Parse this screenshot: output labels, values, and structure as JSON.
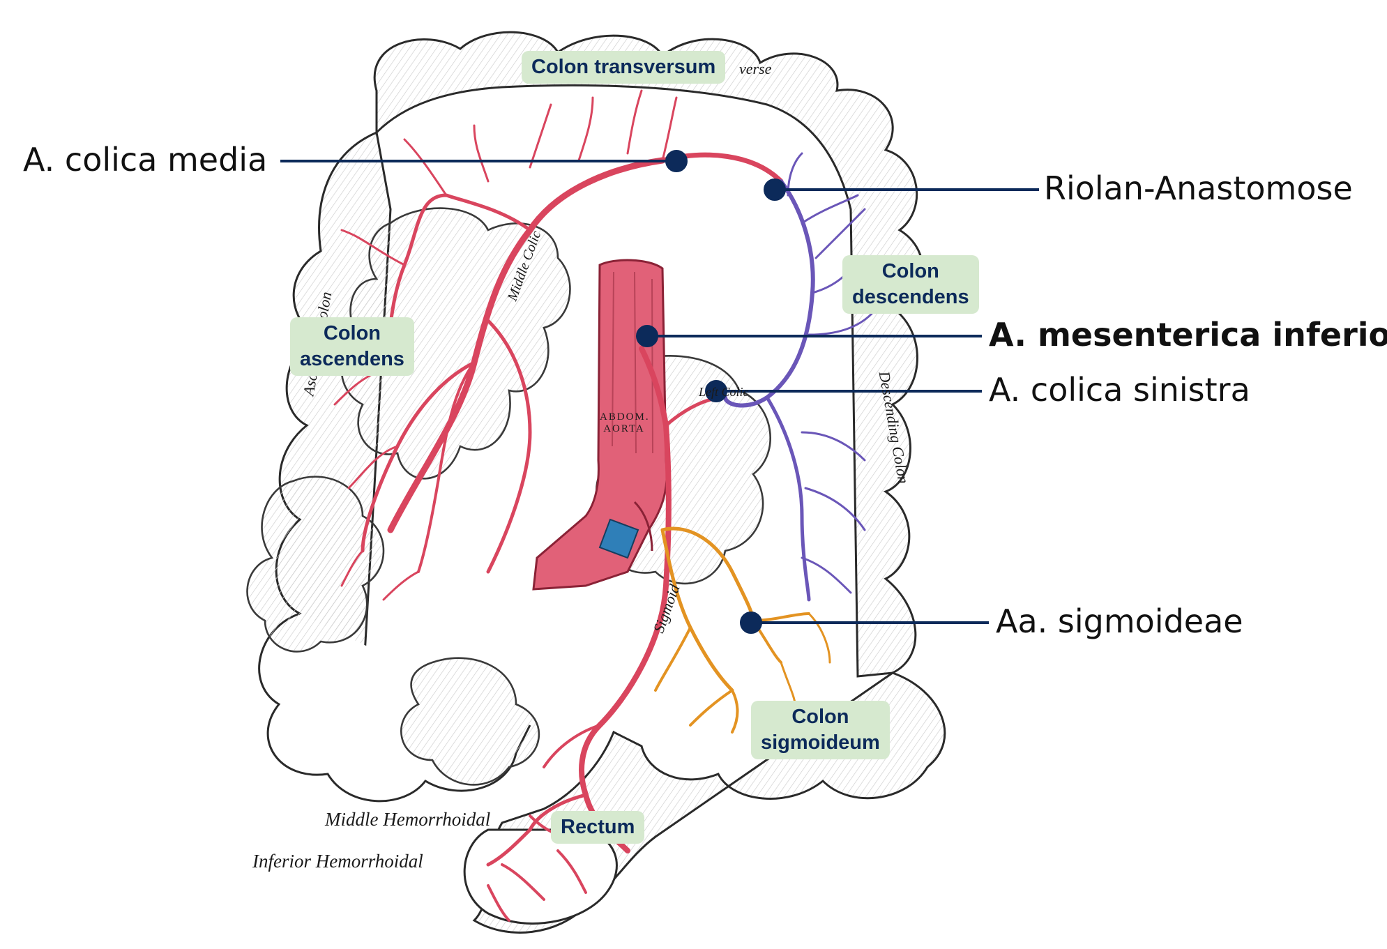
{
  "callouts": {
    "colica_media": "A. colica media",
    "riolan": "Riolan-Anastomose",
    "mesenterica_inferior": "A. mesenterica inferior",
    "colica_sinistra": "A. colica sinistra",
    "sigmoideae": "Aa. sigmoideae"
  },
  "region_tags": {
    "transversum": "Colon transversum",
    "descendens_line1": "Colon",
    "descendens_line2": "descendens",
    "ascendens_line1": "Colon",
    "ascendens_line2": "ascendens",
    "sigmoideum_line1": "Colon",
    "sigmoideum_line2": "sigmoideum",
    "rectum": "Rectum"
  },
  "engraving_labels": {
    "middle_hemorrhoidal": "Middle Hemorrhoidal",
    "inferior_hemorrhoidal": "Inferior Hemorrhoidal",
    "middle_colic": "Middle Colic",
    "left_colic": "Left Colic",
    "abdominal_aorta": "ABDOM. AORTA",
    "ascending_colon": "Ascending Colon",
    "descending_colon": "Descending Colon",
    "sigmoid": "Sigmoid",
    "transverse": "verse"
  },
  "colors": {
    "artery": "#d9455e",
    "artery_dark": "#b32f48",
    "anastomosis_vessel": "#6a56b8",
    "sigmoid_vessel": "#e39322",
    "vein": "#2f7fb8",
    "callout_line": "#0c2a5a",
    "tag_bg": "#d6e9cf",
    "tag_text": "#0c2a5a"
  }
}
